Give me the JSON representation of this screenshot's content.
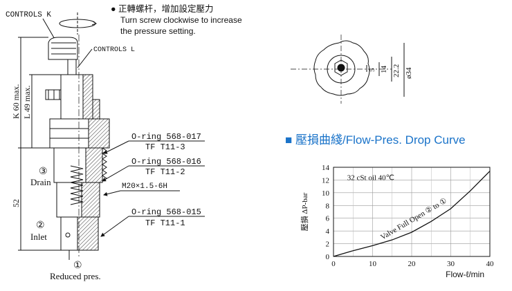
{
  "valve": {
    "controls_k": "CONTROLS K",
    "controls_l": "CONTROLS L",
    "note_zh": "● 正轉螺杆，增加設定壓力",
    "note_en_1": "Turn screw clockwise to increase",
    "note_en_2": "the pressure setting.",
    "dim_k": "K 60 max.",
    "dim_l": "L 49 max.",
    "dim_52": "52",
    "port3_num": "③",
    "port3": "Drain",
    "port2_num": "②",
    "port2": "Inlet",
    "port1_num": "①",
    "port1": "Reduced pres.",
    "oring1": "O-ring 568-017",
    "oring1_tf": "TF T11-3",
    "oring2": "O-ring 568-016",
    "oring2_tf": "TF T11-2",
    "thread": "M20×1.5-6H",
    "oring3": "O-ring 568-015",
    "oring3_tf": "TF T11-1"
  },
  "knob_view": {
    "dims": [
      "5",
      "14",
      "22.2",
      "ø34"
    ]
  },
  "curve_heading": "■ 壓損曲綫/Flow-Pres. Drop Curve",
  "heading_color": "#1a73c9",
  "chart_data": {
    "type": "line",
    "ylabel": "壓損 ΔP-bar",
    "xlabel": "Flow-ℓ/min",
    "annotation": "32 cSt oil 40℃",
    "xlim": [
      0,
      40
    ],
    "ylim": [
      0,
      14
    ],
    "xticks": [
      "0",
      "10",
      "20",
      "30",
      "40"
    ],
    "yticks": [
      "0",
      "2",
      "4",
      "6",
      "8",
      "10",
      "12",
      "14"
    ],
    "grid": true,
    "series": [
      {
        "name": "Valve Full Open ② to ①",
        "x": [
          0,
          5,
          10,
          15,
          20,
          25,
          30,
          35,
          40
        ],
        "y": [
          0,
          0.9,
          1.7,
          2.6,
          3.8,
          5.5,
          7.5,
          10.3,
          13.4
        ]
      }
    ]
  }
}
